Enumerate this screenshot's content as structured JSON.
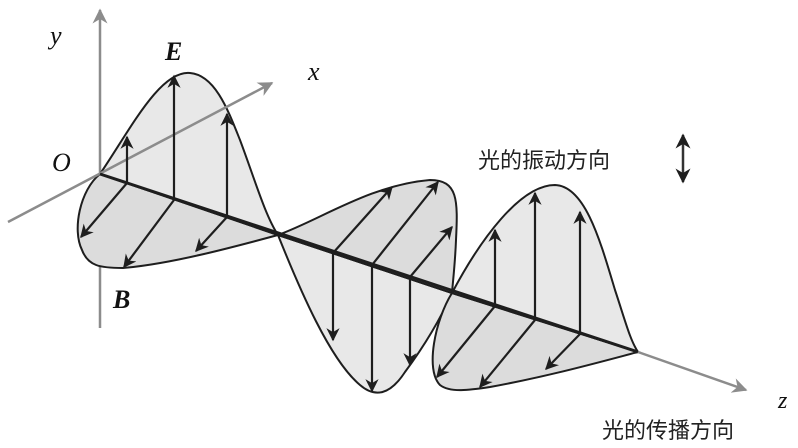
{
  "labels": {
    "y_axis": "y",
    "x_axis": "x",
    "z_axis": "z",
    "origin": "O",
    "electric_field": "E",
    "magnetic_field": "B",
    "vibration_direction": "光的振动方向",
    "propagation_direction": "光的传播方向"
  },
  "colors": {
    "axis_gray": "#8c8c8c",
    "lobe_fill_light": "#e8e8e8",
    "lobe_fill_dark": "#dcdcdc",
    "stroke": "#1e1e1e"
  }
}
